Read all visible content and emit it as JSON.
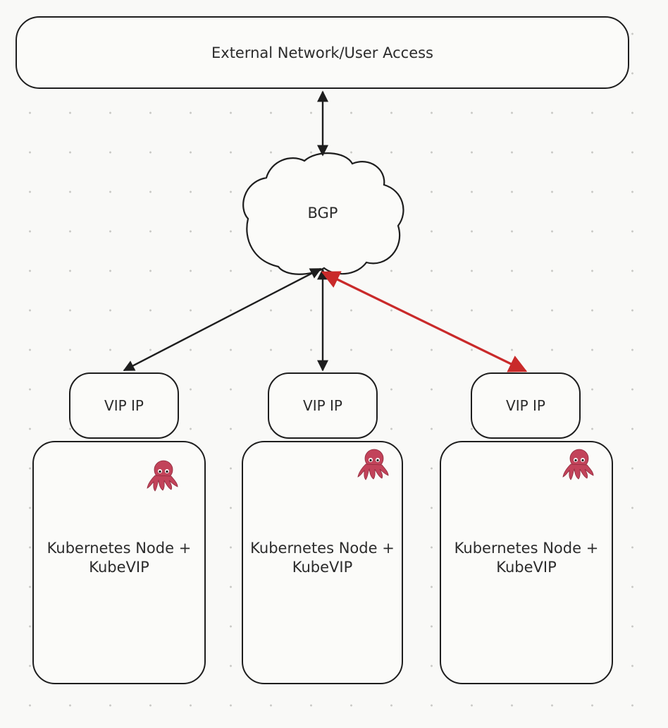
{
  "external": {
    "label": "External Network/User Access"
  },
  "cloud": {
    "label": "BGP",
    "icon": "cloud-shape"
  },
  "vips": [
    {
      "label": "VIP IP"
    },
    {
      "label": "VIP IP"
    },
    {
      "label": "VIP IP"
    }
  ],
  "nodes": [
    {
      "label_line1": "Kubernetes Node +",
      "label_line2": "KubeVIP",
      "icon": "octopus-icon"
    },
    {
      "label_line1": "Kubernetes Node +",
      "label_line2": "KubeVIP",
      "icon": "octopus-icon"
    },
    {
      "label_line1": "Kubernetes Node +",
      "label_line2": "KubeVIP",
      "icon": "octopus-icon"
    }
  ],
  "colors": {
    "stroke": "#1e1e1e",
    "highlight_arrow": "#c92a2a",
    "octopus": "#c2435a"
  }
}
